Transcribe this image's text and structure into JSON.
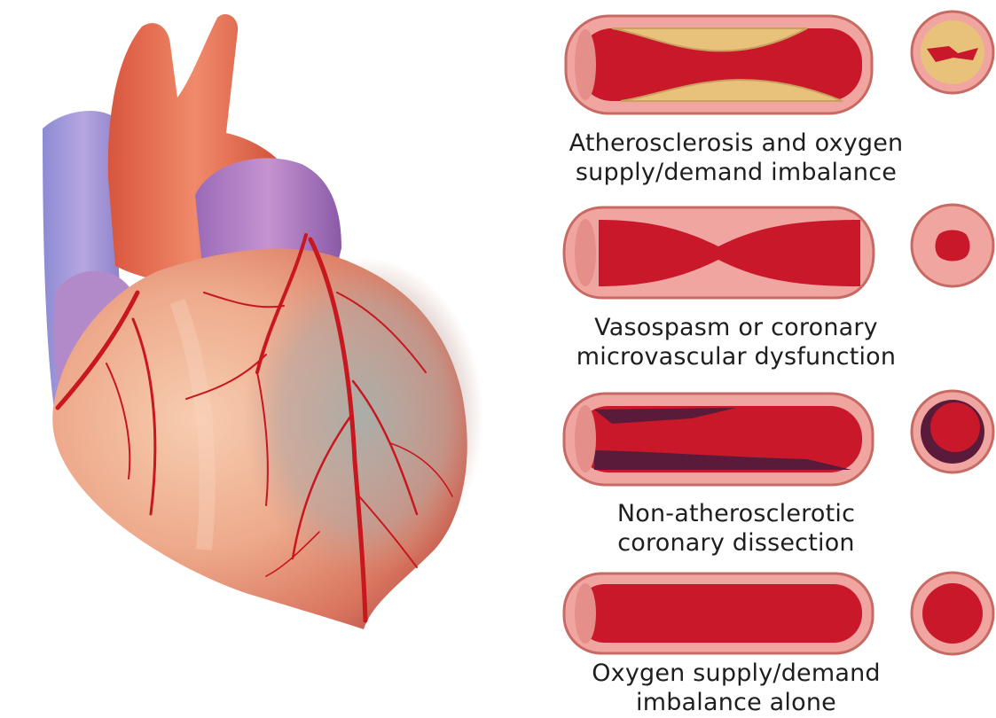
{
  "conditions": [
    {
      "line1": "Atherosclerosis and oxygen",
      "line2": "supply/demand imbalance",
      "type": "plaque"
    },
    {
      "line1": "Vasospasm or coronary",
      "line2": "microvascular dysfunction",
      "type": "spasm"
    },
    {
      "line1": "Non-atherosclerotic",
      "line2": "coronary dissection",
      "type": "dissection"
    },
    {
      "line1": "Oxygen supply/demand",
      "line2": "imbalance alone",
      "type": "normal"
    }
  ],
  "colors": {
    "vessel_wall": "#f0a5a0",
    "vessel_lumen": "#c8182a",
    "plaque": "#e8c27a",
    "dissection": "#5a1a3a",
    "caption_text": "#1e1e1e"
  }
}
